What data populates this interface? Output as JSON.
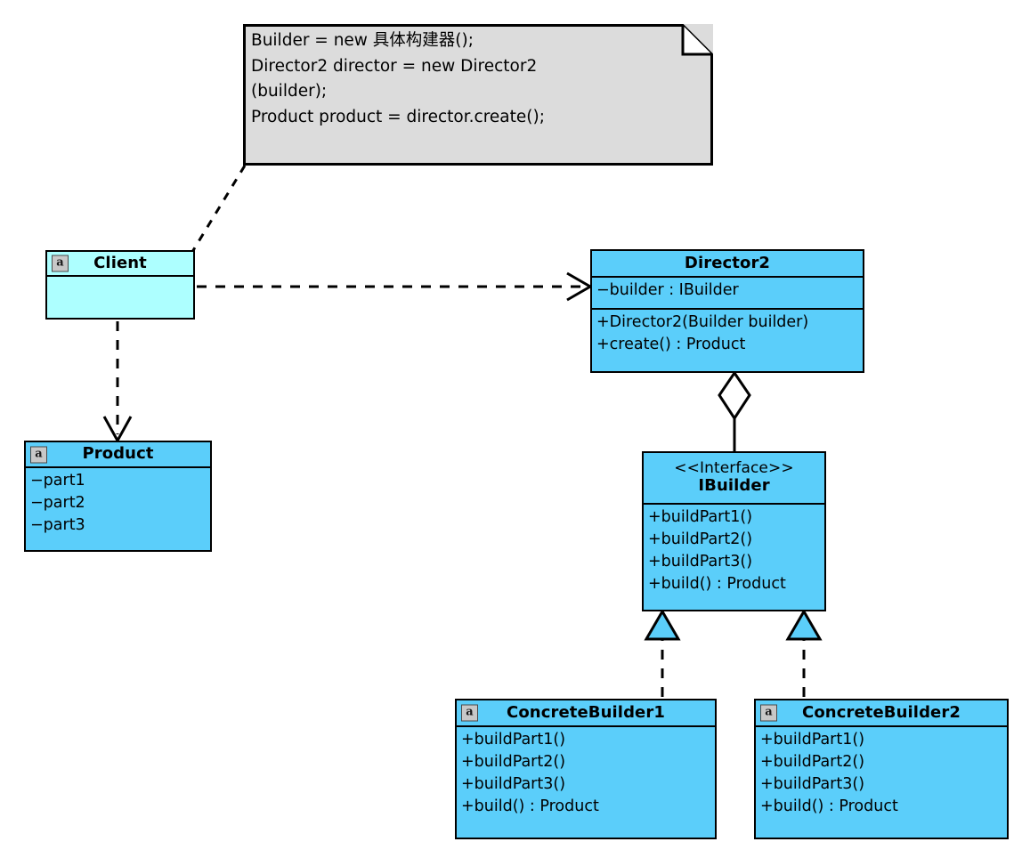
{
  "diagram": {
    "type": "uml-class-diagram",
    "title": "Builder Pattern Class Diagram",
    "colors": {
      "class_fill": "#5BCEFA",
      "client_fill": "#ADFFFF",
      "note_fill": "#DCDCDC",
      "line": "#000000"
    }
  },
  "note": {
    "name": "usage-note",
    "lines": [
      "Builder = new 具体构建器();",
      "Director2 director = new Director2",
      "(builder);",
      "Product product = director.create();"
    ],
    "text": "Builder = new 具体构建器();\nDirector2 director = new Director2\n(builder);\nProduct product = director.create();"
  },
  "classes": {
    "client": {
      "icon": "class-a-icon",
      "icon_label": "a",
      "name": "Client",
      "attributes": [],
      "operations": []
    },
    "product": {
      "icon": "class-a-icon",
      "icon_label": "a",
      "name": "Product",
      "attributes": [
        "−part1",
        "−part2",
        "−part3"
      ],
      "operations": []
    },
    "director2": {
      "icon": null,
      "name": "Director2",
      "attributes": [
        "−builder : IBuilder"
      ],
      "operations": [
        "+Director2(Builder builder)",
        "+create() : Product"
      ]
    },
    "ibuilder": {
      "icon": null,
      "stereotype": "<<Interface>>",
      "name": "IBuilder",
      "attributes": [],
      "operations": [
        "+buildPart1()",
        "+buildPart2()",
        "+buildPart3()",
        "+build() : Product"
      ]
    },
    "concrete_builder_1": {
      "icon": "class-a-icon",
      "icon_label": "a",
      "name": "ConcreteBuilder1",
      "attributes": [],
      "operations": [
        "+buildPart1()",
        "+buildPart2()",
        "+buildPart3()",
        "+build() : Product"
      ]
    },
    "concrete_builder_2": {
      "icon": "class-a-icon",
      "icon_label": "a",
      "name": "ConcreteBuilder2",
      "attributes": [],
      "operations": [
        "+buildPart1()",
        "+buildPart2()",
        "+buildPart3()",
        "+build() : Product"
      ]
    }
  },
  "relations": [
    {
      "name": "note-anchor",
      "kind": "note-link",
      "from": "usage-note",
      "to": "Client",
      "style": "dashed"
    },
    {
      "name": "client-uses-director2",
      "kind": "dependency",
      "from": "Client",
      "to": "Director2",
      "style": "dashed",
      "arrow": "open"
    },
    {
      "name": "client-uses-product",
      "kind": "dependency",
      "from": "Client",
      "to": "Product",
      "style": "dashed",
      "arrow": "open"
    },
    {
      "name": "director2-aggregates-ibuilder",
      "kind": "aggregation",
      "from": "Director2",
      "to": "IBuilder",
      "style": "solid",
      "arrow": "hollow-diamond"
    },
    {
      "name": "cb1-realizes-ibuilder",
      "kind": "realization",
      "from": "ConcreteBuilder1",
      "to": "IBuilder",
      "style": "dashed",
      "arrow": "closed-triangle"
    },
    {
      "name": "cb2-realizes-ibuilder",
      "kind": "realization",
      "from": "ConcreteBuilder2",
      "to": "IBuilder",
      "style": "dashed",
      "arrow": "closed-triangle"
    }
  ]
}
